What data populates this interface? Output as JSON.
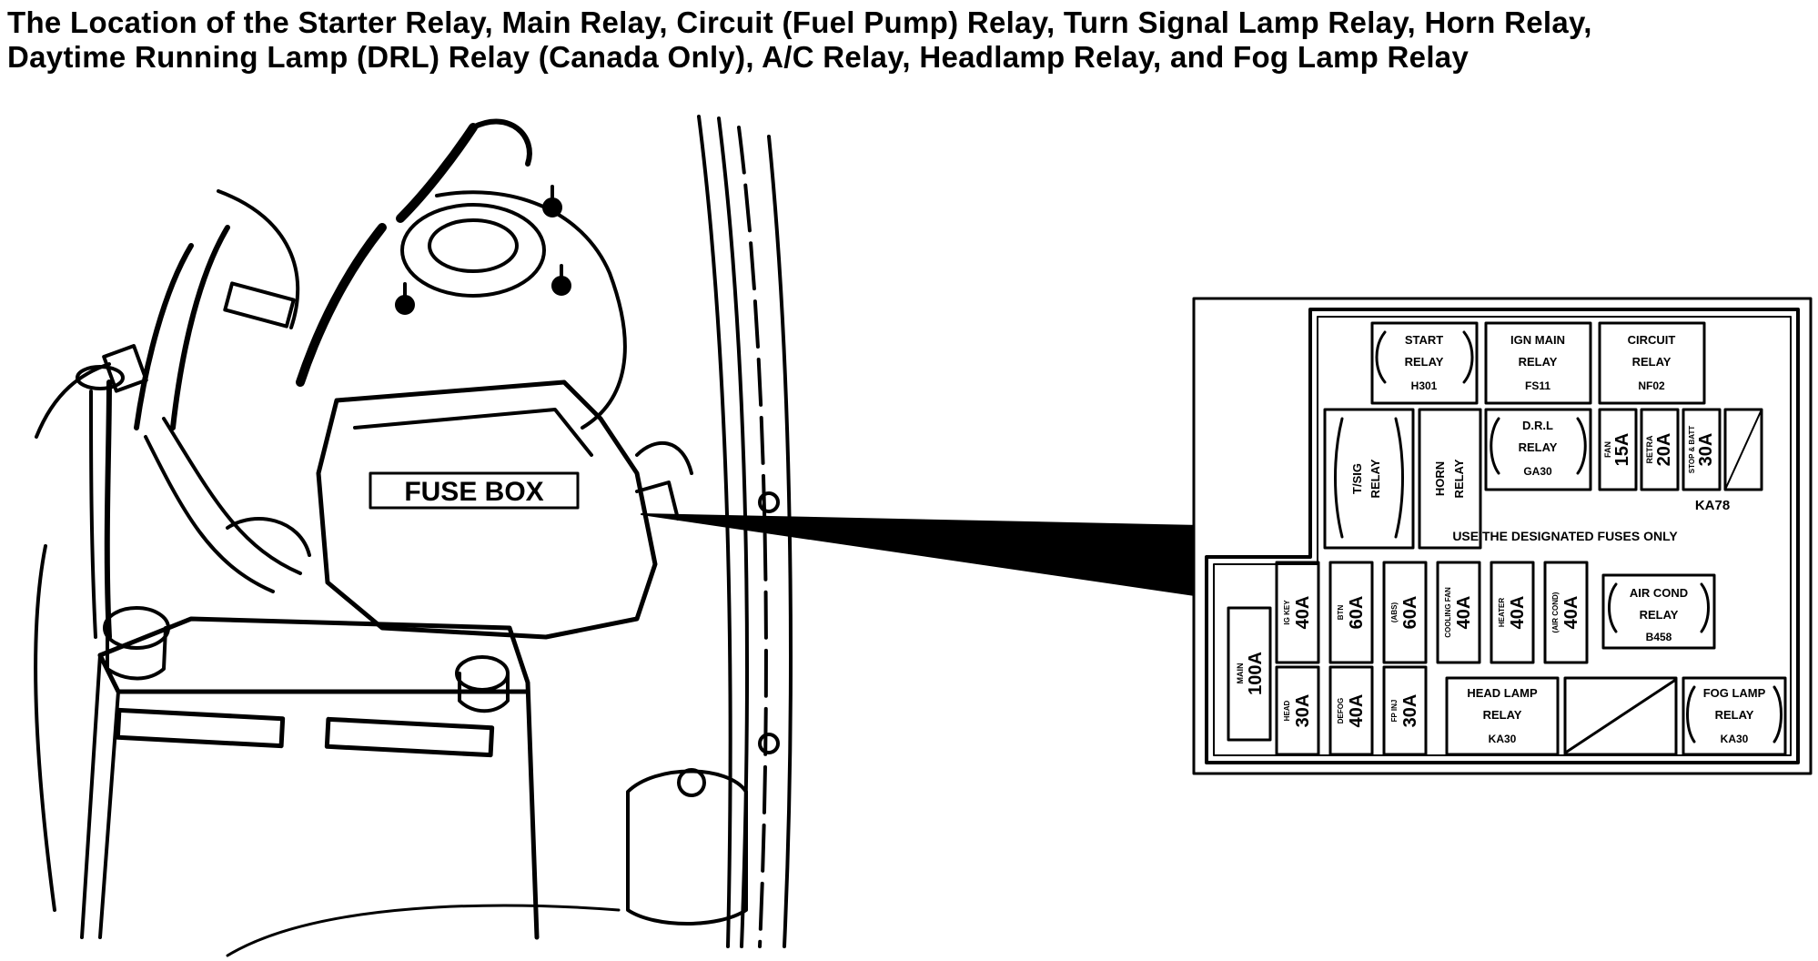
{
  "title": {
    "line1": "The Location of the Starter Relay, Main Relay, Circuit (Fuel Pump) Relay, Turn Signal Lamp Relay, Horn Relay,",
    "line2": "Daytime Running Lamp (DRL) Relay (Canada Only), A/C Relay, Headlamp Relay, and Fog Lamp Relay"
  },
  "engine_bay": {
    "fuse_box_label": "FUSE BOX"
  },
  "panel": {
    "relays": {
      "start": {
        "l1": "START",
        "l2": "RELAY",
        "code": "H301"
      },
      "ign_main": {
        "l1": "IGN MAIN",
        "l2": "RELAY",
        "code": "FS11"
      },
      "circuit": {
        "l1": "CIRCUIT",
        "l2": "RELAY",
        "code": "NF02"
      },
      "tsig": {
        "l1": "T/SIG",
        "l2": "RELAY"
      },
      "horn": {
        "l1": "HORN",
        "l2": "RELAY"
      },
      "drl": {
        "l1": "D.R.L",
        "l2": "RELAY",
        "code": "GA30"
      },
      "air_cond": {
        "l1": "AIR COND",
        "l2": "RELAY",
        "code": "B458"
      },
      "head_lamp": {
        "l1": "HEAD LAMP",
        "l2": "RELAY",
        "code": "KA30"
      },
      "fog_lamp": {
        "l1": "FOG LAMP",
        "l2": "RELAY",
        "code": "KA30"
      }
    },
    "small_fuses": {
      "f1": {
        "name": "FAN",
        "rating": "15A"
      },
      "f2": {
        "name": "RETRA",
        "rating": "20A"
      },
      "f3": {
        "name": "STOP & BATT",
        "rating": "30A"
      }
    },
    "ka78": "KA78",
    "notice": "USE THE DESIGNATED FUSES ONLY",
    "main_fuse": {
      "name": "MAIN",
      "rating": "100A"
    },
    "top_fuses": [
      {
        "name": "IG KEY",
        "rating": "40A"
      },
      {
        "name": "BTN",
        "rating": "60A"
      },
      {
        "name": "(ABS)",
        "rating": "60A"
      },
      {
        "name": "COOLING FAN",
        "rating": "40A"
      },
      {
        "name": "HEATER",
        "rating": "40A"
      },
      {
        "name": "(AIR COND)",
        "rating": "40A"
      }
    ],
    "bottom_fuses": [
      {
        "name": "HEAD",
        "rating": "30A"
      },
      {
        "name": "DEFOG",
        "rating": "40A"
      },
      {
        "name": "FP INJ",
        "rating": "30A"
      }
    ]
  }
}
